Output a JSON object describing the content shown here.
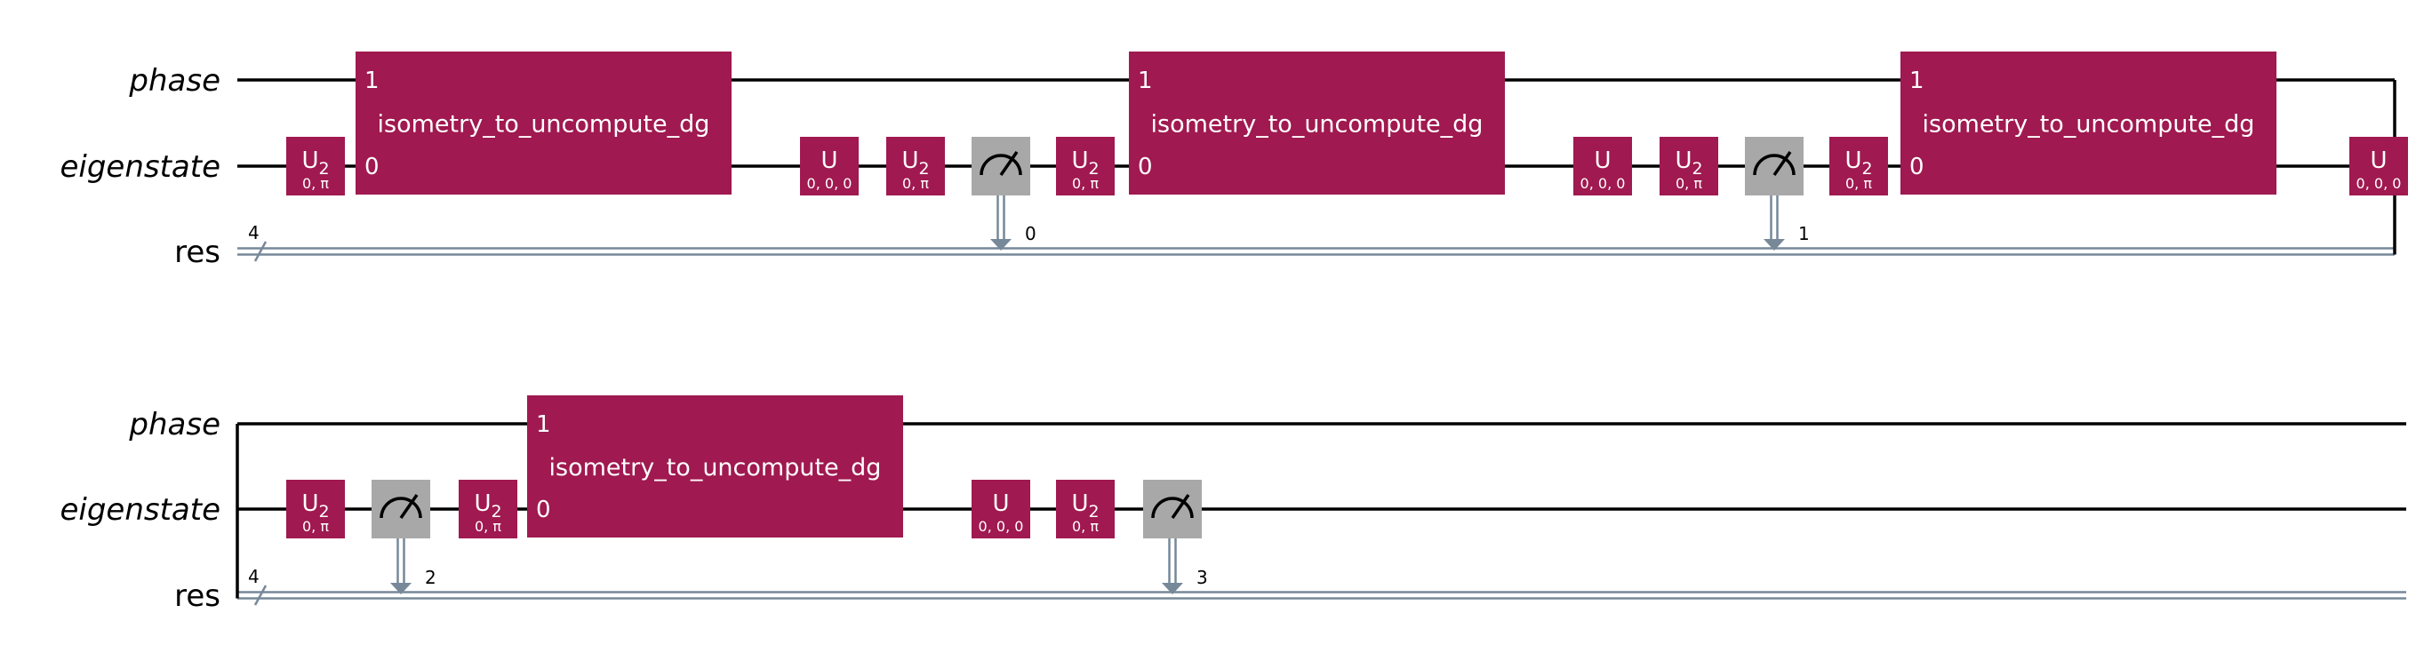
{
  "rows": [
    {
      "wire_labels": {
        "phase": "phase",
        "eigenstate": "eigenstate",
        "res": "res"
      },
      "register_size": "4",
      "gates": [
        {
          "type": "u2",
          "name": "U",
          "sub": "2",
          "params": "0, π"
        },
        {
          "type": "iso",
          "label": "isometry_to_uncompute_dg",
          "top_qubit": "1",
          "bottom_qubit": "0"
        },
        {
          "type": "u",
          "name": "U",
          "params": "0, 0, 0"
        },
        {
          "type": "u2",
          "name": "U",
          "sub": "2",
          "params": "0, π"
        },
        {
          "type": "measure",
          "bit": "0"
        },
        {
          "type": "u2",
          "name": "U",
          "sub": "2",
          "params": "0, π"
        },
        {
          "type": "iso",
          "label": "isometry_to_uncompute_dg",
          "top_qubit": "1",
          "bottom_qubit": "0"
        },
        {
          "type": "u",
          "name": "U",
          "params": "0, 0, 0"
        },
        {
          "type": "u2",
          "name": "U",
          "sub": "2",
          "params": "0, π"
        },
        {
          "type": "measure",
          "bit": "1"
        },
        {
          "type": "u2",
          "name": "U",
          "sub": "2",
          "params": "0, π"
        },
        {
          "type": "iso",
          "label": "isometry_to_uncompute_dg",
          "top_qubit": "1",
          "bottom_qubit": "0"
        },
        {
          "type": "u",
          "name": "U",
          "params": "0, 0, 0"
        }
      ]
    },
    {
      "wire_labels": {
        "phase": "phase",
        "eigenstate": "eigenstate",
        "res": "res"
      },
      "register_size": "4",
      "gates": [
        {
          "type": "u2",
          "name": "U",
          "sub": "2",
          "params": "0, π"
        },
        {
          "type": "measure",
          "bit": "2"
        },
        {
          "type": "u2",
          "name": "U",
          "sub": "2",
          "params": "0, π"
        },
        {
          "type": "iso",
          "label": "isometry_to_uncompute_dg",
          "top_qubit": "1",
          "bottom_qubit": "0"
        },
        {
          "type": "u",
          "name": "U",
          "params": "0, 0, 0"
        },
        {
          "type": "u2",
          "name": "U",
          "sub": "2",
          "params": "0, π"
        },
        {
          "type": "measure",
          "bit": "3"
        }
      ]
    }
  ],
  "colors": {
    "gate": "#a01950",
    "measure": "#a8a8a8",
    "classical": "#778899",
    "wire": "#000000"
  }
}
